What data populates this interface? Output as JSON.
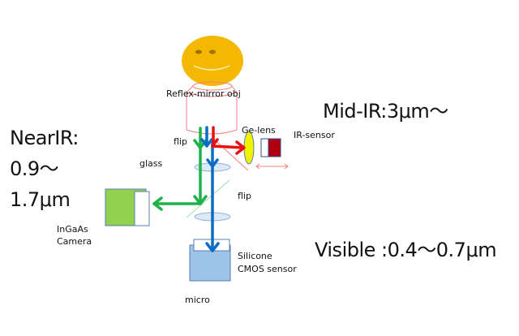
{
  "labels": {
    "objective": "Reflex-mirror obj",
    "flip_top": "flip",
    "ge_lens": "Ge-lens",
    "ir_sensor": "IR-sensor",
    "glass": "glass",
    "flip_bottom": "flip",
    "ingaas_line1": "InGaAs",
    "ingaas_line2": "Camera",
    "silicone_line1": "Silicone",
    "silicone_line2": "CMOS sensor",
    "micro": "micro"
  },
  "bands": {
    "near_ir_line1": "NearIR:",
    "near_ir_line2": "0.9～",
    "near_ir_line3": "1.7μm",
    "mid_ir": "Mid-IR:3μm～",
    "visible": "Visible :0.4～0.7μm"
  },
  "colors": {
    "near_ir_beam": "#1fb24a",
    "visible_beam": "#0a6cc4",
    "mid_ir_beam": "#e81010",
    "objective_outline": "#f08080",
    "face": "#f5b800",
    "ge_lens": "#f2f200",
    "ir_sensor": "#b00010",
    "ingaas": "#92d050",
    "cmos": "#9dc3e6",
    "lens": "#dce9f7"
  }
}
